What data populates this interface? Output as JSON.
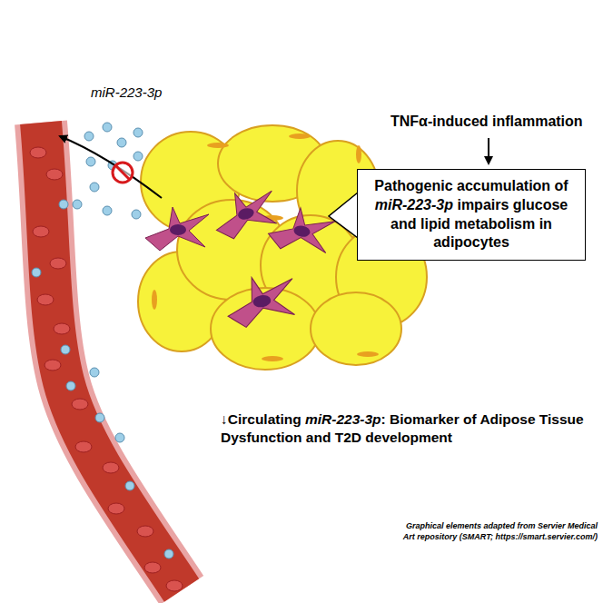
{
  "diagram": {
    "nodes": [
      {
        "text": [
          "Pathogenic accumulation of miR-223-3p impairs glucose and lipid metabolism in adipocytes"
        ]
      }
    ],
    "labels": [
      "miR-223-3p",
      "TNFα-induced inflammation",
      "↓Circulating miR-223-3p: Biomarker of Adipose Tissue Dysfunction and T2D development",
      "Graphical elements adapted from Servier Medical Art repository (SMART; https://smart.servier.com/)"
    ]
  }
}
